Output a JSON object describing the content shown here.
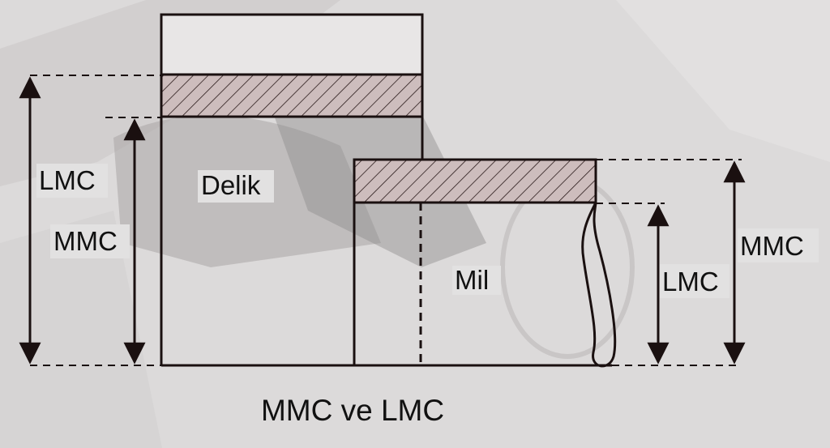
{
  "diagram": {
    "caption": "MMC ve LMC",
    "hole_label": "Delik",
    "shaft_label": "Mil",
    "hole_outer_dim_label": "LMC",
    "hole_inner_dim_label": "MMC",
    "shaft_inner_dim_label": "LMC",
    "shaft_outer_dim_label": "MMC"
  },
  "colors": {
    "line": "#1a1010",
    "hatch_fill": "#cdbdbd",
    "background": "#dcdada"
  }
}
